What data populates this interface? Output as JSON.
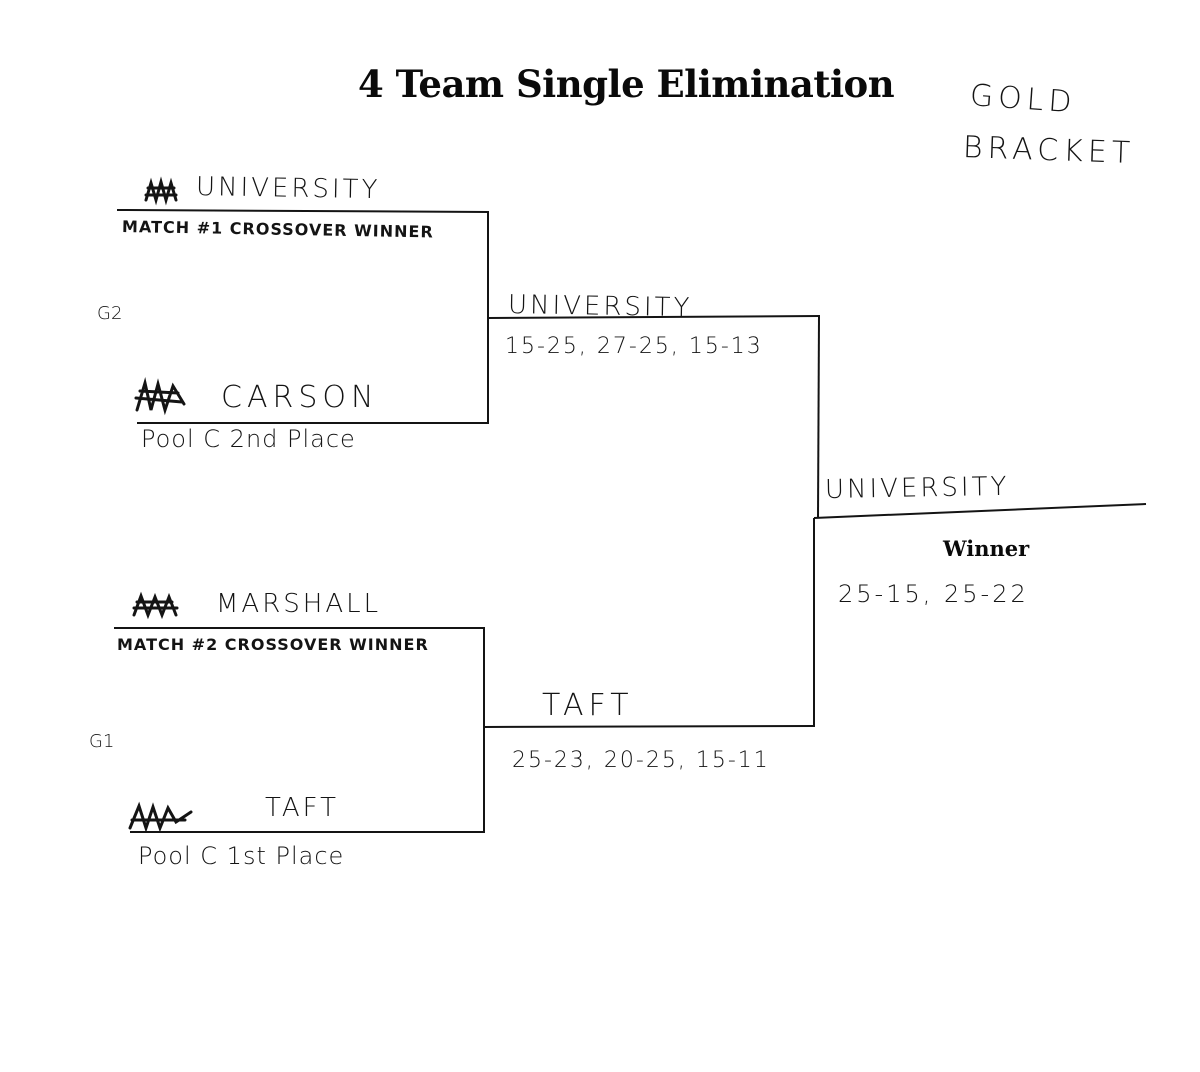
{
  "title": "4 Team Single Elimination",
  "bracket_label": [
    "GOLD",
    "BRACKET"
  ],
  "group_labels": {
    "top": "G2",
    "bottom": "G1"
  },
  "round1": {
    "match_a": {
      "team1": {
        "name": "UNIVERSITY",
        "descriptor": "MATCH #1 CROSSOVER WINNER"
      },
      "team2": {
        "name": "CARSON",
        "descriptor": "Pool C 2nd Place"
      }
    },
    "match_b": {
      "team1": {
        "name": "MARSHALL",
        "descriptor": "MATCH #2 CROSSOVER WINNER"
      },
      "team2": {
        "name": "TAFT",
        "descriptor": "Pool C 1st Place"
      }
    }
  },
  "round2": {
    "top": {
      "name": "UNIVERSITY",
      "score": "15-25, 27-25, 15-13"
    },
    "bottom": {
      "name": "TAFT",
      "score": "25-23, 20-25, 15-11"
    }
  },
  "final": {
    "name": "UNIVERSITY",
    "label": "Winner",
    "score": "25-15, 25-22"
  },
  "colors": {
    "ink": "#141414",
    "paper": "#ffffff"
  }
}
